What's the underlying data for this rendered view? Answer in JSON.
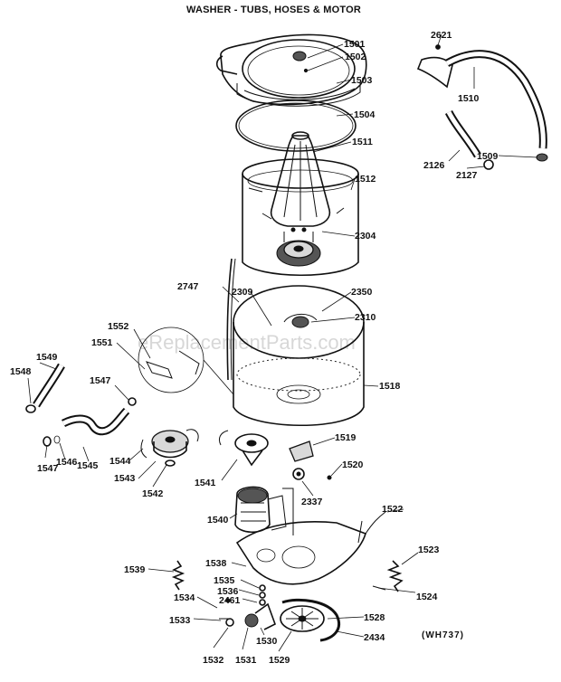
{
  "title": "WASHER - TUBS, HOSES & MOTOR",
  "code": "(WH737)",
  "watermark": "eReplacementParts.com",
  "part_labels": {
    "p1501": "1501",
    "p1502": "1502",
    "p1503": "1503",
    "p1504": "1504",
    "p1511": "1511",
    "p1512": "1512",
    "p2304": "2304",
    "p2747": "2747",
    "p2309": "2309",
    "p2350": "2350",
    "p2310": "2310",
    "p1518": "1518",
    "p2621": "2621",
    "p1510": "1510",
    "p1509": "1509",
    "p2126": "2126",
    "p2127": "2127",
    "p1552": "1552",
    "p1551": "1551",
    "p1549": "1549",
    "p1548": "1548",
    "p1547a": "1547",
    "p1547b": "1547",
    "p1546": "1546",
    "p1545": "1545",
    "p1544": "1544",
    "p1543": "1543",
    "p1542": "1542",
    "p1541": "1541",
    "p1519": "1519",
    "p1520": "1520",
    "p2337": "2337",
    "p1540": "1540",
    "p1522": "1522",
    "p1523": "1523",
    "p1524": "1524",
    "p1538": "1538",
    "p1539": "1539",
    "p1535": "1535",
    "p1536": "1536",
    "p1534": "1534",
    "p2461": "2461",
    "p1533": "1533",
    "p1528": "1528",
    "p2434": "2434",
    "p1532": "1532",
    "p1531": "1531",
    "p1530": "1530",
    "p1529": "1529"
  }
}
